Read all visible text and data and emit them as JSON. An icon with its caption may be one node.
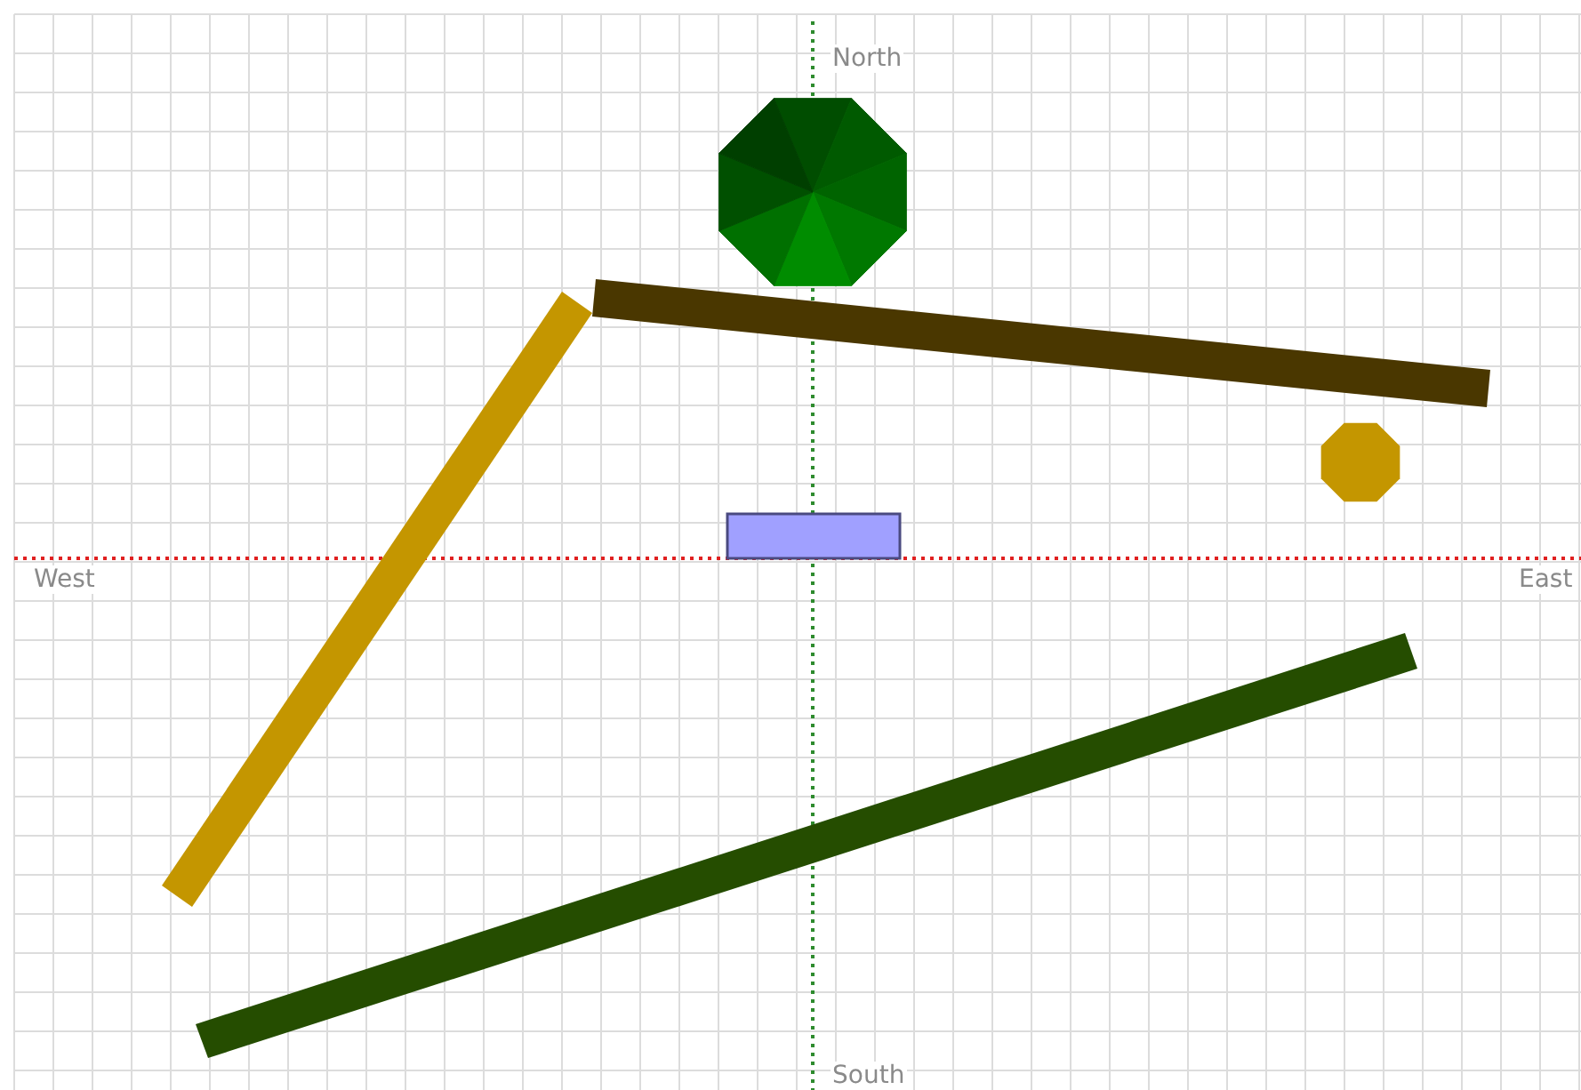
{
  "diagram": {
    "labels": [
      "North",
      "West",
      "East",
      "South"
    ]
  }
}
